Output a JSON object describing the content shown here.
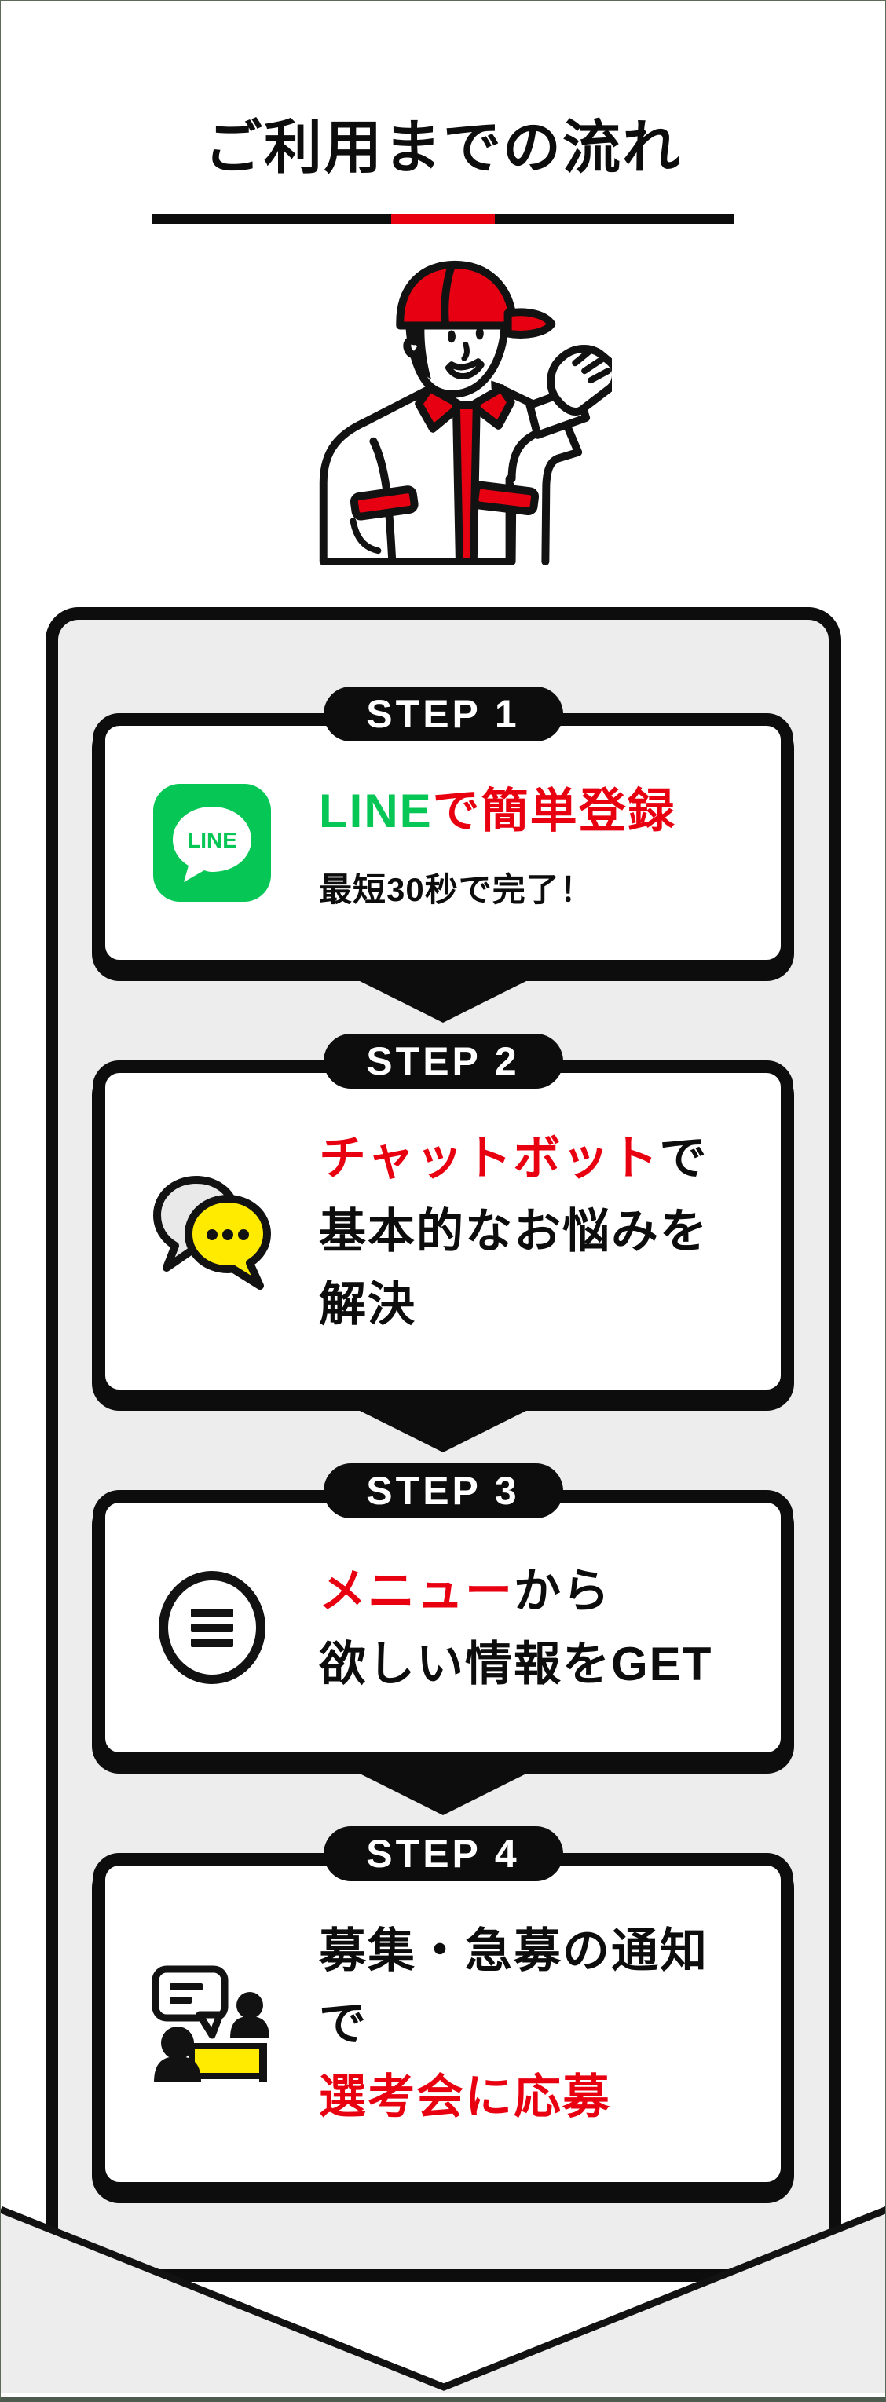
{
  "colors": {
    "accent_red": "#e80010",
    "line_green": "#06c755",
    "chat_yellow": "#ffeb00",
    "container_gray": "#ededed",
    "ink_black": "#0d0d0d"
  },
  "header": {
    "title": "ご利用までの流れ"
  },
  "steps": [
    {
      "label": "STEP 1",
      "icon": "line-app-icon",
      "icon_text": "LINE",
      "heading": [
        {
          "text": "LINE",
          "color": "green"
        },
        {
          "text": "で簡単登録",
          "color": "red"
        }
      ],
      "subtext": "最短30秒で完了！"
    },
    {
      "label": "STEP 2",
      "icon": "chatbot-icon",
      "line1": [
        {
          "text": "チャットボット",
          "color": "red"
        },
        {
          "text": "で",
          "color": "black"
        }
      ],
      "line2": [
        {
          "text": "基本的なお悩みを解決",
          "color": "black"
        }
      ]
    },
    {
      "label": "STEP 3",
      "icon": "menu-icon",
      "line1": [
        {
          "text": "メニュー",
          "color": "red"
        },
        {
          "text": "から",
          "color": "black"
        }
      ],
      "line2": [
        {
          "text": "欲しい情報をGET",
          "color": "black"
        }
      ]
    },
    {
      "label": "STEP 4",
      "icon": "interview-icon",
      "line1": [
        {
          "text": "募集・急募の通知で",
          "color": "black"
        }
      ],
      "line2": [
        {
          "text": "選考会に応募",
          "color": "red"
        }
      ]
    }
  ]
}
